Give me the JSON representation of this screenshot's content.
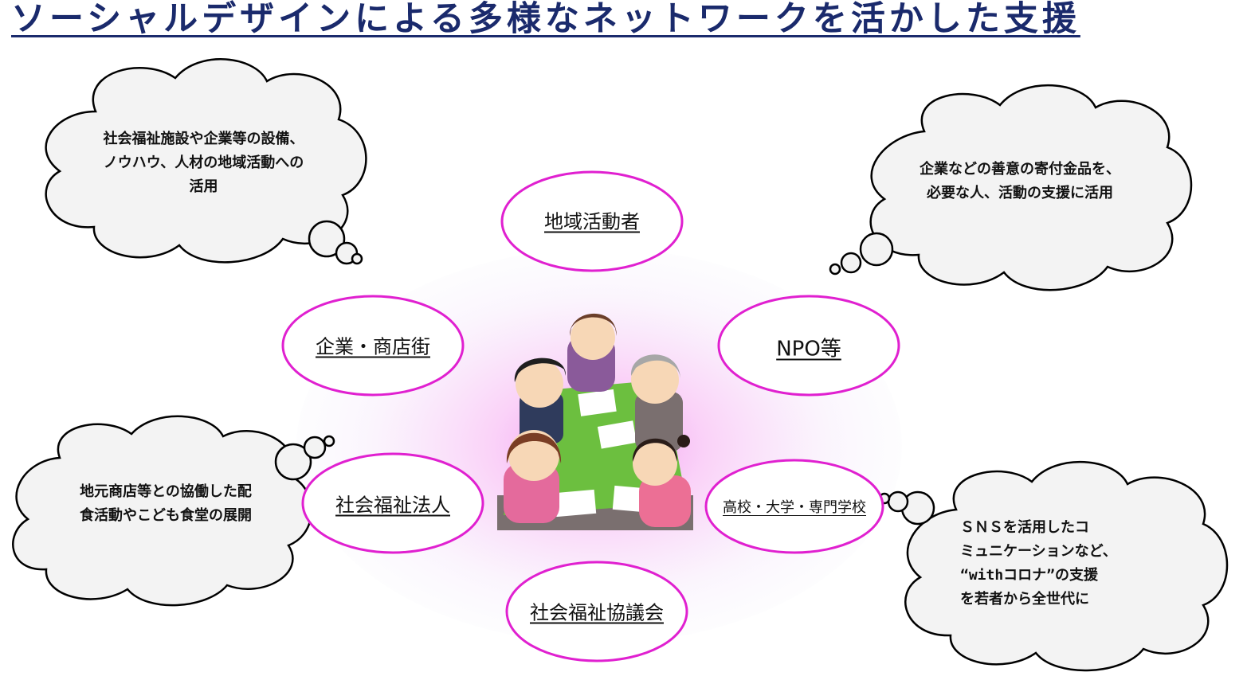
{
  "title": "ソーシャルデザインによる多様なネットワークを活かした支援",
  "colors": {
    "title": "#1a2a6c",
    "ellipse_border": "#e020d0",
    "cloud_fill": "#f3f3f3",
    "glow": "#f48cf0",
    "table": "#6cbf3f"
  },
  "ellipses": [
    {
      "label": "地域活動者"
    },
    {
      "label": "企業・商店街"
    },
    {
      "label": "NPO等"
    },
    {
      "label": "社会福祉法人"
    },
    {
      "label": "高校・大学・専門学校"
    },
    {
      "label": "社会福祉協議会"
    }
  ],
  "clouds": [
    {
      "lines": [
        "社会福祉施設や企業等の設備、",
        "ノウハウ、人材の地域活動への",
        "活用"
      ]
    },
    {
      "lines": [
        "企業などの善意の寄付金品を、",
        "必要な人、活動の支援に活用"
      ]
    },
    {
      "lines": [
        "地元商店等との協働した配",
        "食活動やこども食堂の展開"
      ]
    },
    {
      "lines": [
        "ＳＮＳを活用したコ",
        "ミュニケーションなど、",
        "“withコロナ”の支援",
        "を若者から全世代に"
      ]
    }
  ],
  "center_icon": "meeting-people-illustration"
}
